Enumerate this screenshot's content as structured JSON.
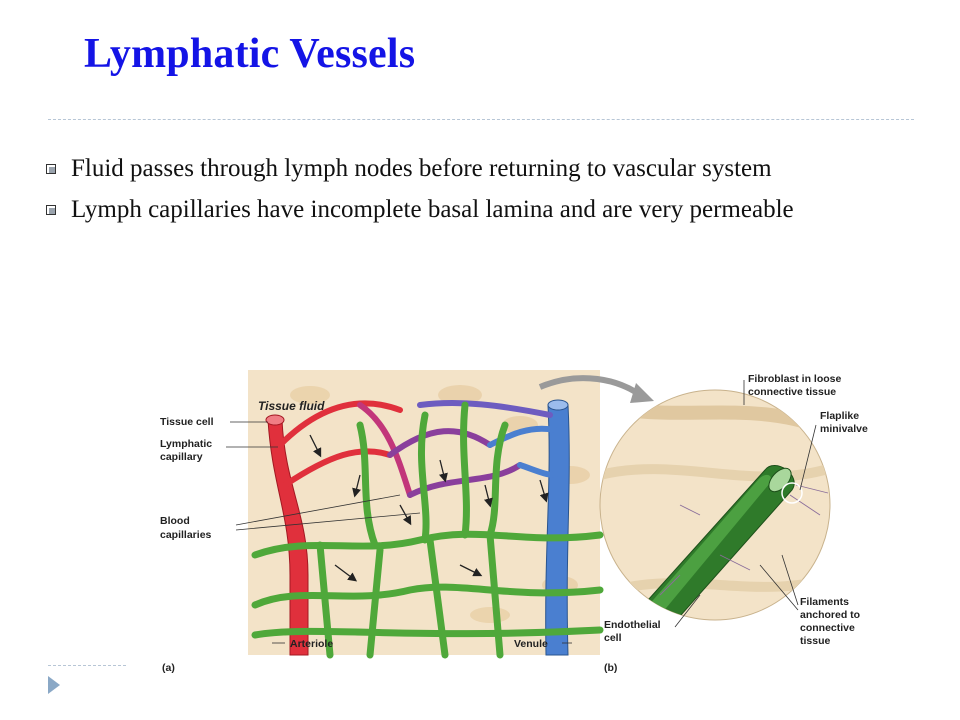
{
  "slide": {
    "title": "Lymphatic Vessels",
    "bullets": [
      "Fluid passes through lymph nodes before returning to vascular system",
      "Lymph capillaries have incomplete basal lamina and are very permeable"
    ]
  },
  "figure": {
    "labels_a": {
      "tissue_fluid": "Tissue fluid",
      "tissue_cell": "Tissue cell",
      "lymphatic_1": "Lymphatic",
      "lymphatic_2": "capillary",
      "blood_1": "Blood",
      "blood_2": "capillaries",
      "arteriole": "Arteriole",
      "venule": "Venule",
      "panel": "(a)"
    },
    "labels_b": {
      "fibroblast_1": "Fibroblast in loose",
      "fibroblast_2": "connective tissue",
      "flaplike_1": "Flaplike",
      "flaplike_2": "minivalve",
      "filaments_1": "Filaments",
      "filaments_2": "anchored to",
      "filaments_3": "connective",
      "filaments_4": "tissue",
      "endothelial_1": "Endothelial",
      "endothelial_2": "cell",
      "panel": "(b)"
    },
    "colors": {
      "artery": "#e0303c",
      "vein": "#4a7fd0",
      "lymph": "#4fa83a",
      "capillary_purple": "#8a3f9c",
      "tissue_bg": "#f3e3c8"
    }
  }
}
